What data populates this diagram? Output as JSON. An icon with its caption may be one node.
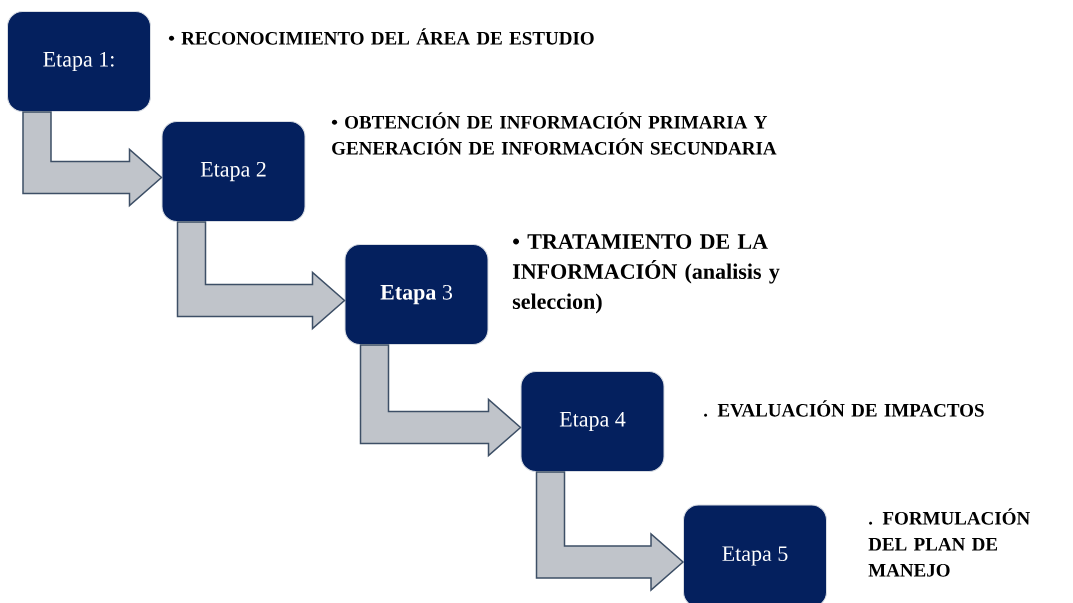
{
  "diagram": {
    "nodes": [
      {
        "text": [
          "Etapa 1:"
        ],
        "beside": [
          "• RECONOCIMIENTO DEL ÁREA DE ESTUDIO"
        ]
      },
      {
        "text": [
          "Etapa 2"
        ],
        "beside": [
          "• OBTENCIÓN  DE INFORMACIÓN PRIMARIA Y GENERACIÓN DE INFORMACIÓN SECUNDARIA"
        ]
      },
      {
        "text": [
          "**Etapa** 3"
        ],
        "beside": [
          "• TRATAMIENTO DE LA INFORMACIÓN (analisis y seleccion)"
        ]
      },
      {
        "text": [
          "Etapa 4"
        ],
        "beside": [
          ". EVALUACIÓN DE IMPACTOS"
        ]
      },
      {
        "text": [
          "Etapa 5"
        ],
        "beside": [
          ". FORMULACIÓN DEL PLAN DE MANEJO"
        ]
      }
    ],
    "edges": [
      {
        "from": 0,
        "to": 1,
        "arrow": "to"
      },
      {
        "from": 1,
        "to": 2,
        "arrow": "to"
      },
      {
        "from": 2,
        "to": 3,
        "arrow": "to"
      },
      {
        "from": 3,
        "to": 4,
        "arrow": "to"
      }
    ]
  }
}
